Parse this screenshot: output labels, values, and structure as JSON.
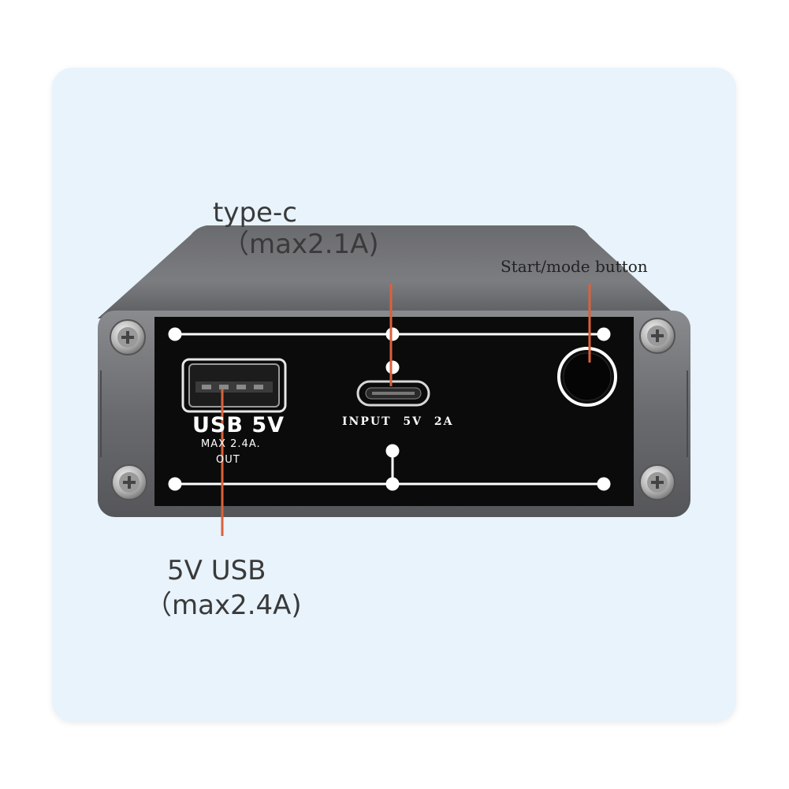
{
  "callouts": {
    "type_c_title": "type-c",
    "type_c_sub": "（max2.1A)",
    "start_button": "Start/mode button",
    "usb_title": "5V USB",
    "usb_sub": "（max2.4A)"
  },
  "panel": {
    "usb_label": "USB 5V",
    "usb_max": "MAX 2.4A.",
    "usb_out": "OUT",
    "input_label": "INPUT 5V 2A"
  },
  "colors": {
    "card_bg": "#e8f3fc",
    "panel_black": "#0b0b0b",
    "housing": "#6e6f71",
    "callout_line": "#d9623b",
    "text_dark": "#3a3a3a"
  }
}
